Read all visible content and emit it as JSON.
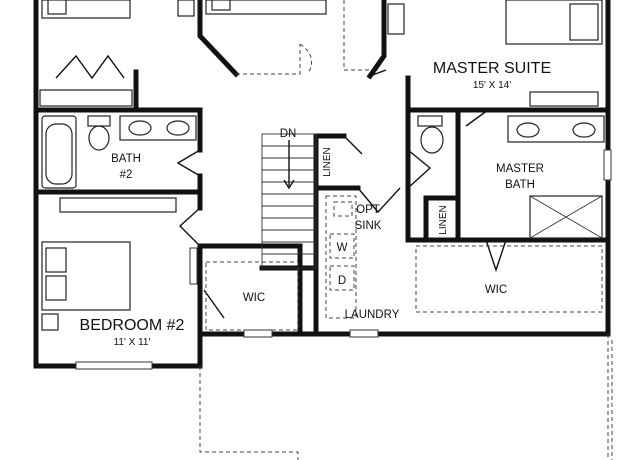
{
  "rooms": {
    "master_suite": {
      "name": "MASTER SUITE",
      "size": "15' X 14'"
    },
    "master_bath": {
      "line1": "MASTER",
      "line2": "BATH"
    },
    "bath2": {
      "line1": "BATH",
      "line2": "#2"
    },
    "bedroom2": {
      "name": "BEDROOM #2",
      "size": "11' X 11'"
    },
    "wic_left": "WIC",
    "wic_right": "WIC",
    "laundry": "LAUNDRY",
    "opt_sink": {
      "line1": "OPT",
      "line2": "SINK"
    },
    "washer": "W",
    "dryer": "D",
    "linen_hall": "LINEN",
    "linen_bath": "LINEN",
    "stairs": "DN"
  }
}
